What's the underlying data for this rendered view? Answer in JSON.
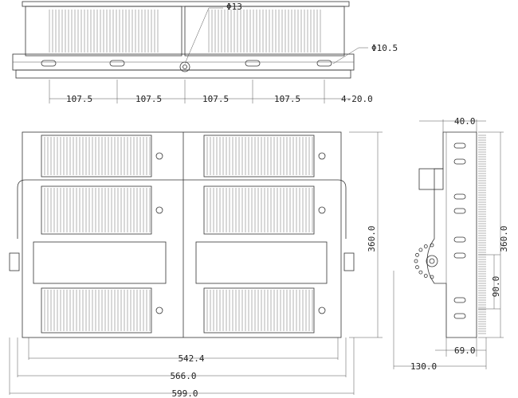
{
  "annotations": {
    "hole_large": "Φ13",
    "hole_small": "Φ10.5",
    "spacing_1": "107.5",
    "spacing_2": "107.5",
    "spacing_3": "107.5",
    "spacing_4": "107.5",
    "slots": "4-20.0",
    "inner_width": "542.4",
    "mid_width": "566.0",
    "overall_width": "599.0",
    "front_height": "360.0",
    "side_top": "40.0",
    "side_height": "360.0",
    "side_pitch": "90.0",
    "side_bottom": "69.0",
    "side_depth": "130.0"
  },
  "colors": {
    "line": "#333333",
    "text": "#222222",
    "background": "#ffffff"
  }
}
